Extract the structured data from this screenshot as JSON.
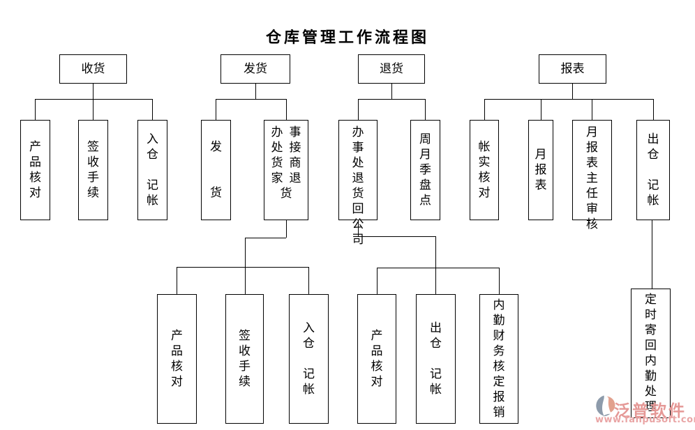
{
  "title": "仓库管理工作流程图",
  "nodes": {
    "level1": [
      {
        "label": "收货"
      },
      {
        "label": "发货"
      },
      {
        "label": "退货"
      },
      {
        "label": "报表"
      }
    ],
    "level2": [
      {
        "label": "产\n品\n核\n对"
      },
      {
        "label": "签\n收\n手\n续"
      },
      {
        "label": "入\n仓\n\n记\n帐"
      },
      {
        "label": "发\n\n\n货"
      },
      {
        "label": "办事\n处接\n货商\n家退\n货"
      },
      {
        "label": "办事\n处退\n货回\n公司"
      },
      {
        "label": "周\n月\n季\n盘\n点"
      },
      {
        "label": "帐\n实\n核\n对"
      },
      {
        "label": "月\n报\n表"
      },
      {
        "label": "月报\n表主\n任审\n核"
      },
      {
        "label": "出\n仓\n\n记\n帐"
      }
    ],
    "level3": [
      {
        "label": "产\n品\n核\n对"
      },
      {
        "label": "签\n收\n手\n续"
      },
      {
        "label": "入\n仓\n\n记\n帐"
      },
      {
        "label": "产\n品\n核\n对"
      },
      {
        "label": "出\n仓\n\n记\n帐"
      },
      {
        "label": "内\n勤\n财\n务\n核\n定\n报\n销"
      },
      {
        "label": "定\n时\n寄\n回\n内\n勤\n处\n理"
      }
    ]
  },
  "watermark": {
    "brand": "泛普软件",
    "url": "www.fanpusoft.com"
  },
  "colors": {
    "line": "#000000",
    "box_border": "#000000",
    "title_text": "#000000",
    "watermark_pink": "#e59896",
    "watermark_gray_blue": "#8d9bab",
    "watermark_salmon": "#e2a18e"
  }
}
